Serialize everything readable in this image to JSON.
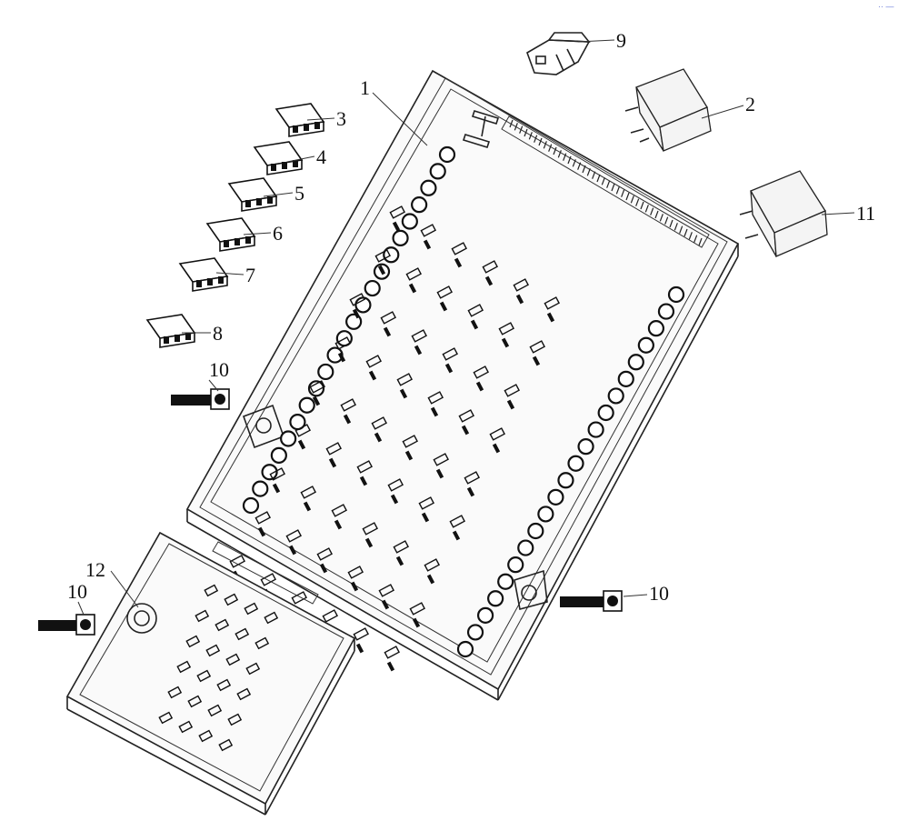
{
  "watermark": "·· —",
  "callouts": {
    "c1": "1",
    "c2": "2",
    "c3": "3",
    "c4": "4",
    "c5": "5",
    "c6": "6",
    "c7": "7",
    "c8": "8",
    "c9": "9",
    "c10a": "10",
    "c10b": "10",
    "c10c": "10",
    "c11": "11",
    "c12": "12"
  },
  "parts": [
    {
      "id": "1",
      "name": "fuse-box-main-panel"
    },
    {
      "id": "2",
      "name": "relay"
    },
    {
      "id": "3",
      "name": "fuse-block"
    },
    {
      "id": "4",
      "name": "fuse-block"
    },
    {
      "id": "5",
      "name": "fuse-block"
    },
    {
      "id": "6",
      "name": "fuse-block"
    },
    {
      "id": "7",
      "name": "fuse-block"
    },
    {
      "id": "8",
      "name": "fuse-block"
    },
    {
      "id": "9",
      "name": "connector-clip"
    },
    {
      "id": "10",
      "name": "mounting-bolt"
    },
    {
      "id": "11",
      "name": "relay"
    },
    {
      "id": "12",
      "name": "fuse-box-side-panel"
    }
  ]
}
